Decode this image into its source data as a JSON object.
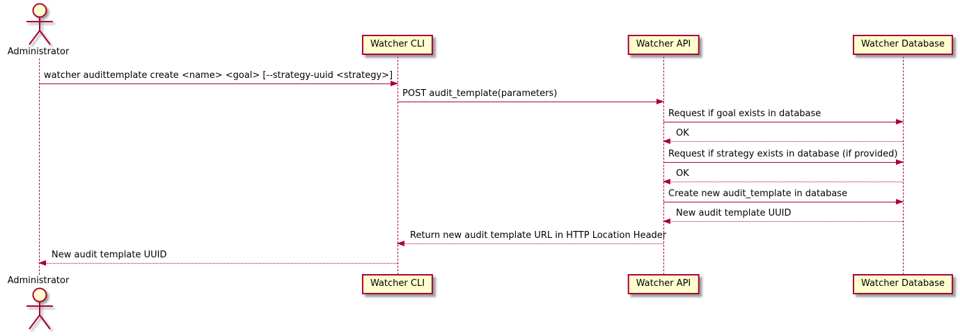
{
  "diagram": {
    "type": "sequence",
    "actor": {
      "id": "admin",
      "name": "Administrator"
    },
    "participants": [
      {
        "id": "cli",
        "label": "Watcher CLI"
      },
      {
        "id": "api",
        "label": "Watcher API"
      },
      {
        "id": "db",
        "label": "Watcher Database"
      }
    ],
    "messages": [
      {
        "from": "admin",
        "to": "cli",
        "style": "solid",
        "text": "watcher audittemplate create <name> <goal> [--strategy-uuid <strategy>]"
      },
      {
        "from": "cli",
        "to": "api",
        "style": "solid",
        "text": "POST audit_template(parameters)"
      },
      {
        "from": "api",
        "to": "db",
        "style": "solid",
        "text": "Request if goal exists in database"
      },
      {
        "from": "db",
        "to": "api",
        "style": "dotted",
        "text": "OK"
      },
      {
        "from": "api",
        "to": "db",
        "style": "solid",
        "text": "Request if strategy exists in database (if provided)"
      },
      {
        "from": "db",
        "to": "api",
        "style": "dotted",
        "text": "OK"
      },
      {
        "from": "api",
        "to": "db",
        "style": "solid",
        "text": "Create new audit_template in database"
      },
      {
        "from": "db",
        "to": "api",
        "style": "dotted",
        "text": "New audit template UUID"
      },
      {
        "from": "api",
        "to": "cli",
        "style": "dotted",
        "text": "Return new audit template URL in HTTP Location Header"
      },
      {
        "from": "cli",
        "to": "admin",
        "style": "dotted",
        "text": "New audit template UUID"
      }
    ],
    "colors": {
      "line": "#A80036",
      "fill": "#FEFECE",
      "text": "#000000"
    }
  }
}
